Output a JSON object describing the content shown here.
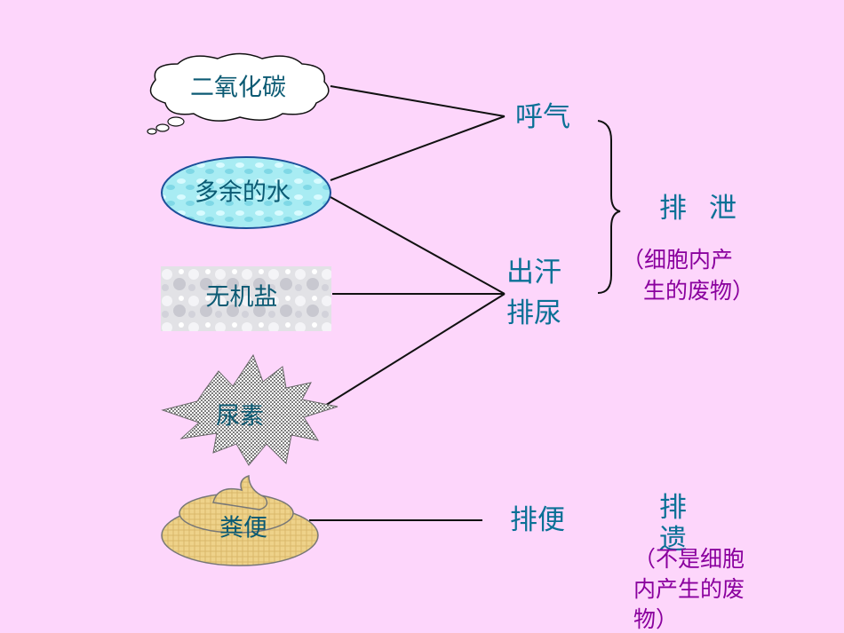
{
  "sources": {
    "co2": "二氧化碳",
    "water": "多余的水",
    "salt": "无机盐",
    "urea": "尿素",
    "feces": "粪便"
  },
  "routes": {
    "breath": "呼气",
    "sweat": "出汗",
    "urine": "排尿",
    "defecate": "排便"
  },
  "excretion": {
    "title_a": "排",
    "title_b": "泄",
    "note_line1": "（细胞内产",
    "note_line2": "生的废物）"
  },
  "egestion": {
    "title_line1": "排",
    "title_line2": "遗",
    "note_line1": "（不是细胞",
    "note_line2": "内产生的废",
    "note_line3": "物）"
  },
  "colors": {
    "background": "#fdd6fb",
    "label": "#0a7096",
    "note": "#8a009e",
    "water_fill": "#a8ecf3",
    "feces_fill": "#eed28a"
  }
}
